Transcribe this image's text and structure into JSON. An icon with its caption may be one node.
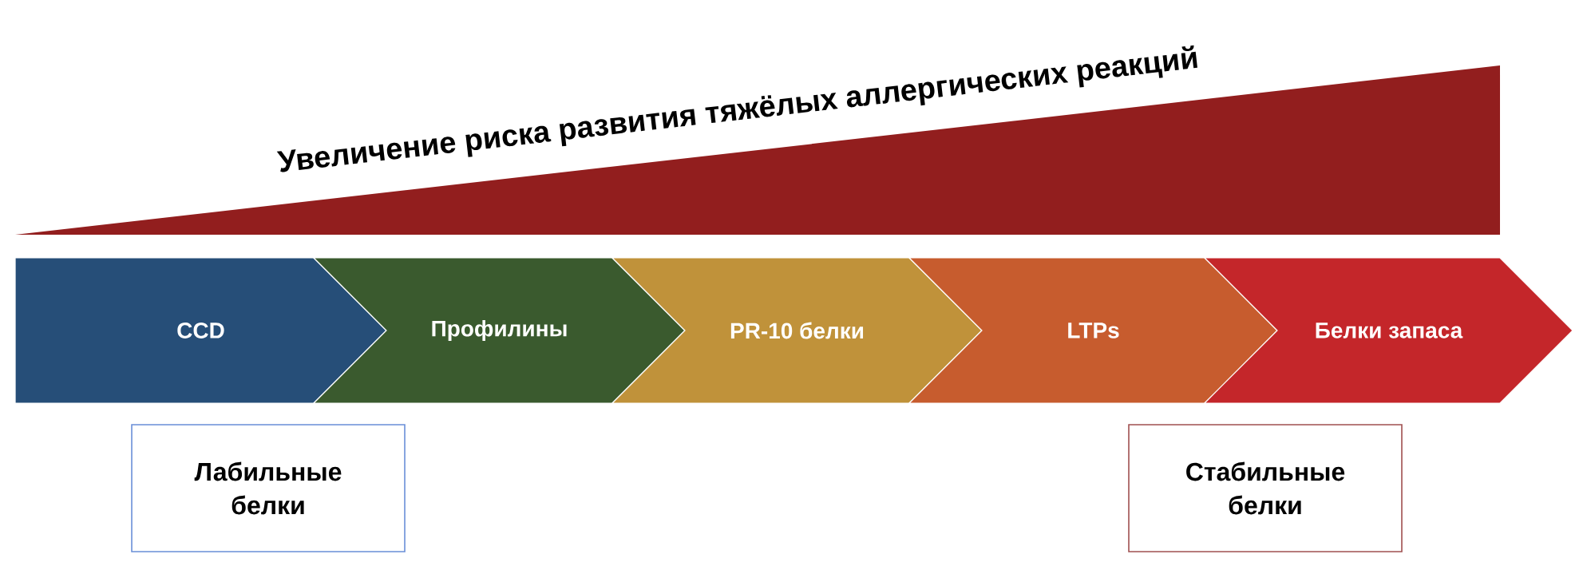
{
  "diagram": {
    "title": "Увеличение риска развития тяжёлых аллергических реакций",
    "nodes": [
      {
        "text": [
          "CCD"
        ]
      },
      {
        "text": [
          "Профилины"
        ]
      },
      {
        "text": [
          "PR-10 белки"
        ]
      },
      {
        "text": [
          "LTPs"
        ]
      },
      {
        "text": [
          "Белки запаса"
        ]
      },
      {
        "text": [
          "Лабильные белки"
        ]
      },
      {
        "text": [
          "Стабильные белки"
        ]
      }
    ]
  }
}
